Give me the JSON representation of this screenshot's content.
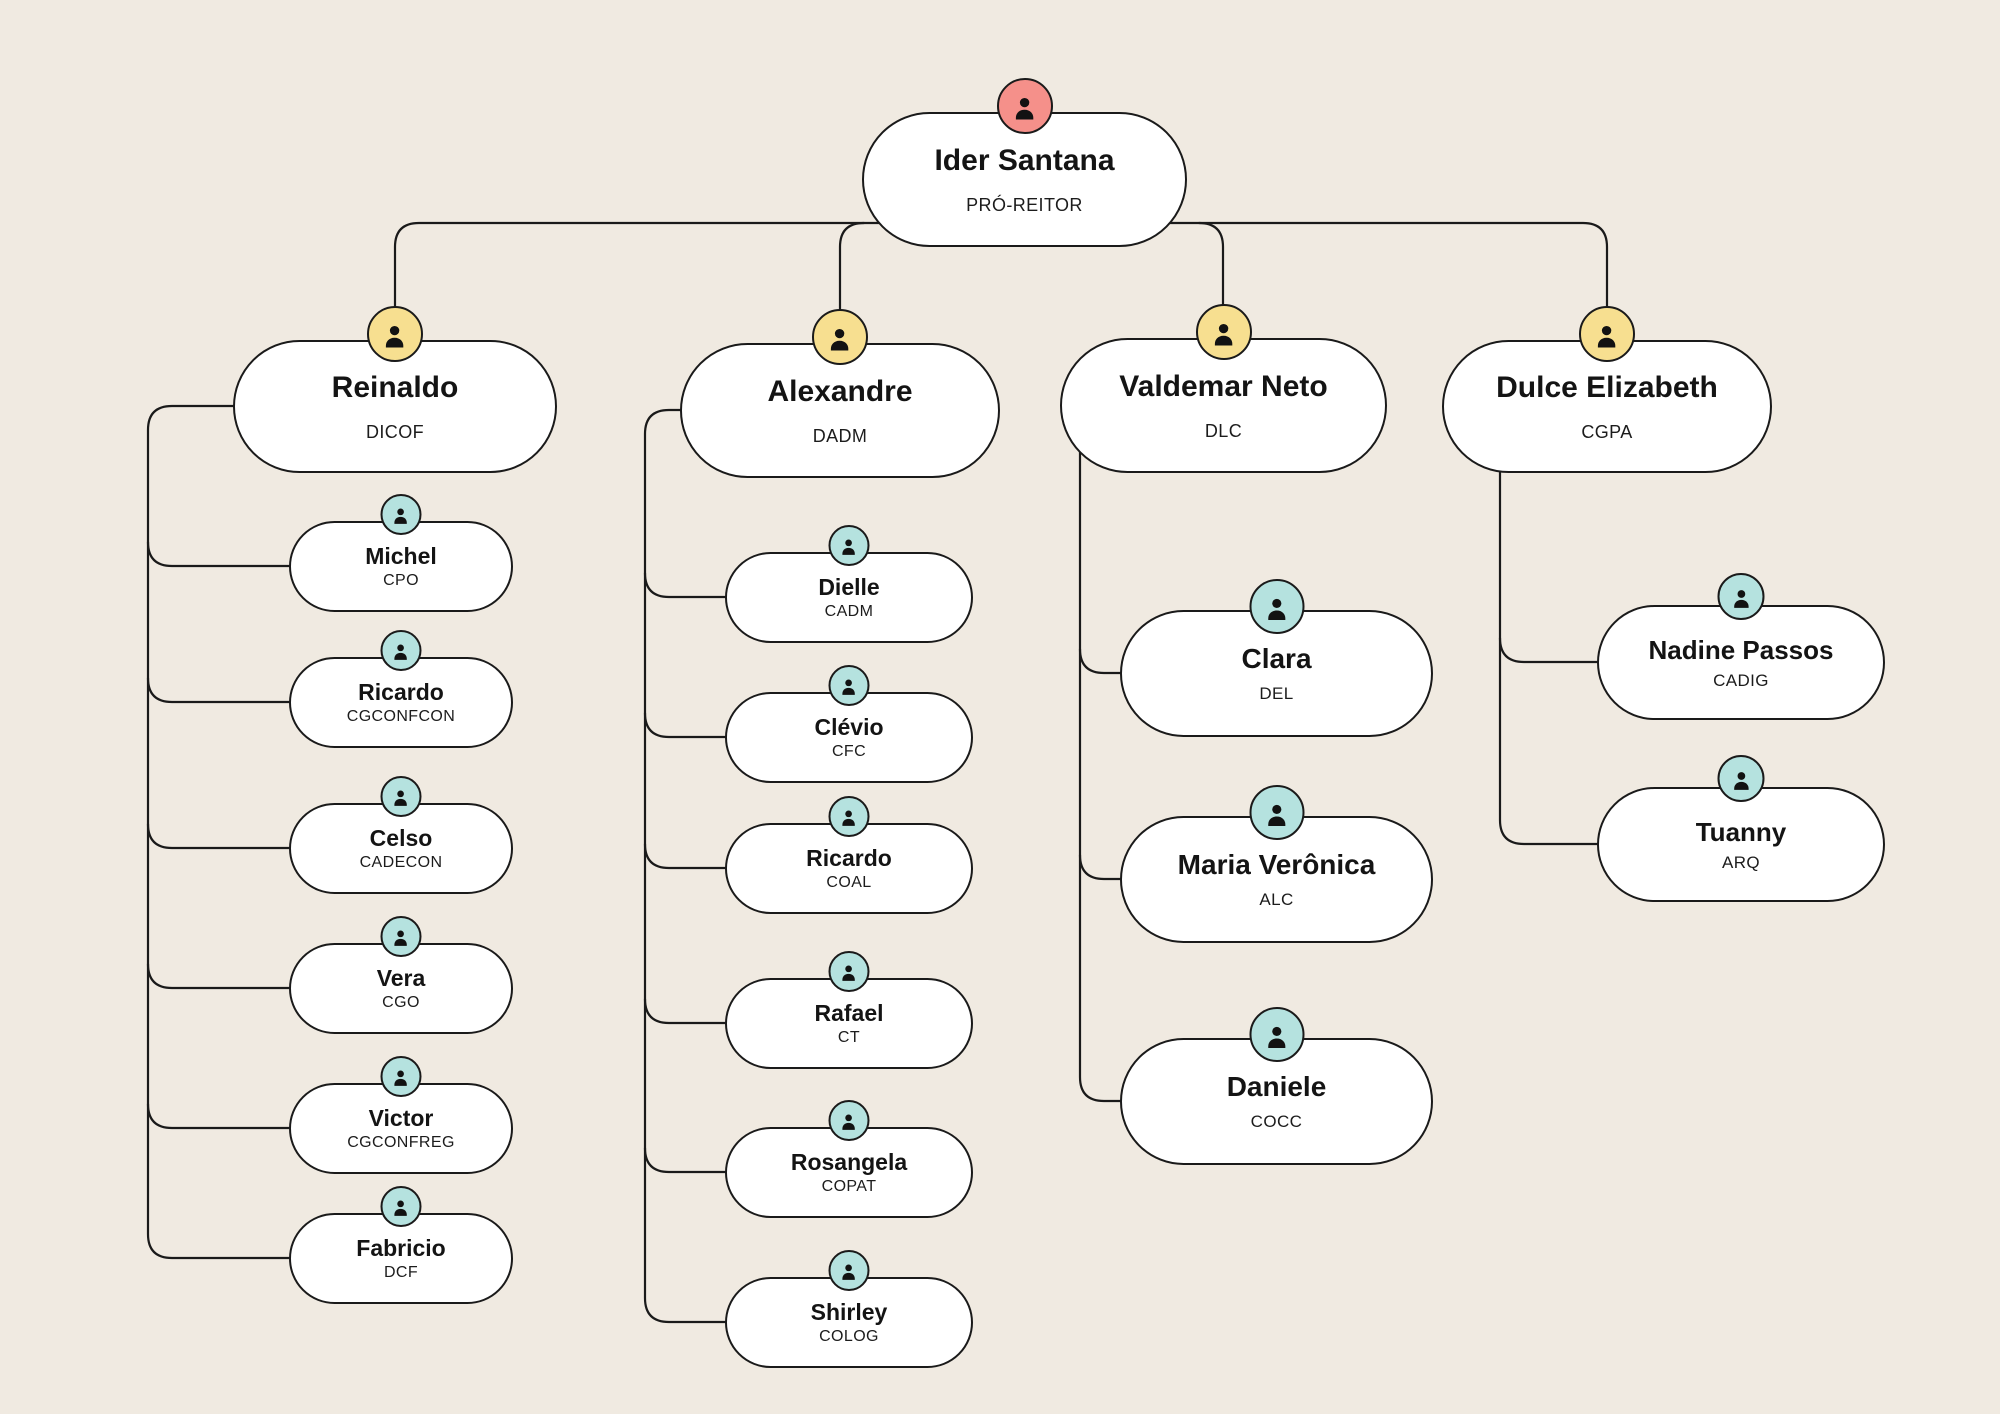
{
  "palette": {
    "background": "#F0EAE1",
    "node_fill": "#FFFFFF",
    "line": "#1A1A1A",
    "root_avatar": "#F5908A",
    "manager_avatar": "#F7DF90",
    "report_avatar": "#B5E2DF"
  },
  "org": {
    "root": {
      "name": "Ider Santana",
      "role": "PRÓ-REITOR"
    },
    "branches": [
      {
        "manager": {
          "name": "Reinaldo",
          "role": "DICOF"
        },
        "reports": [
          {
            "name": "Michel",
            "role": "CPO"
          },
          {
            "name": "Ricardo",
            "role": "CGCONFCON"
          },
          {
            "name": "Celso",
            "role": "CADECON"
          },
          {
            "name": "Vera",
            "role": "CGO"
          },
          {
            "name": "Victor",
            "role": "CGCONFREG"
          },
          {
            "name": "Fabricio",
            "role": "DCF"
          }
        ]
      },
      {
        "manager": {
          "name": "Alexandre",
          "role": "DADM"
        },
        "reports": [
          {
            "name": "Dielle",
            "role": "CADM"
          },
          {
            "name": "Clévio",
            "role": "CFC"
          },
          {
            "name": "Ricardo",
            "role": "COAL"
          },
          {
            "name": "Rafael",
            "role": "CT"
          },
          {
            "name": "Rosangela",
            "role": "COPAT"
          },
          {
            "name": "Shirley",
            "role": "COLOG"
          }
        ]
      },
      {
        "manager": {
          "name": "Valdemar Neto",
          "role": "DLC"
        },
        "reports": [
          {
            "name": "Clara",
            "role": "DEL"
          },
          {
            "name": "Maria Verônica",
            "role": "ALC"
          },
          {
            "name": "Daniele",
            "role": "COCC"
          }
        ]
      },
      {
        "manager": {
          "name": "Dulce Elizabeth",
          "role": "CGPA"
        },
        "reports": [
          {
            "name": "Nadine Passos",
            "role": "CADIG"
          },
          {
            "name": "Tuanny",
            "role": "ARQ"
          }
        ]
      }
    ]
  }
}
